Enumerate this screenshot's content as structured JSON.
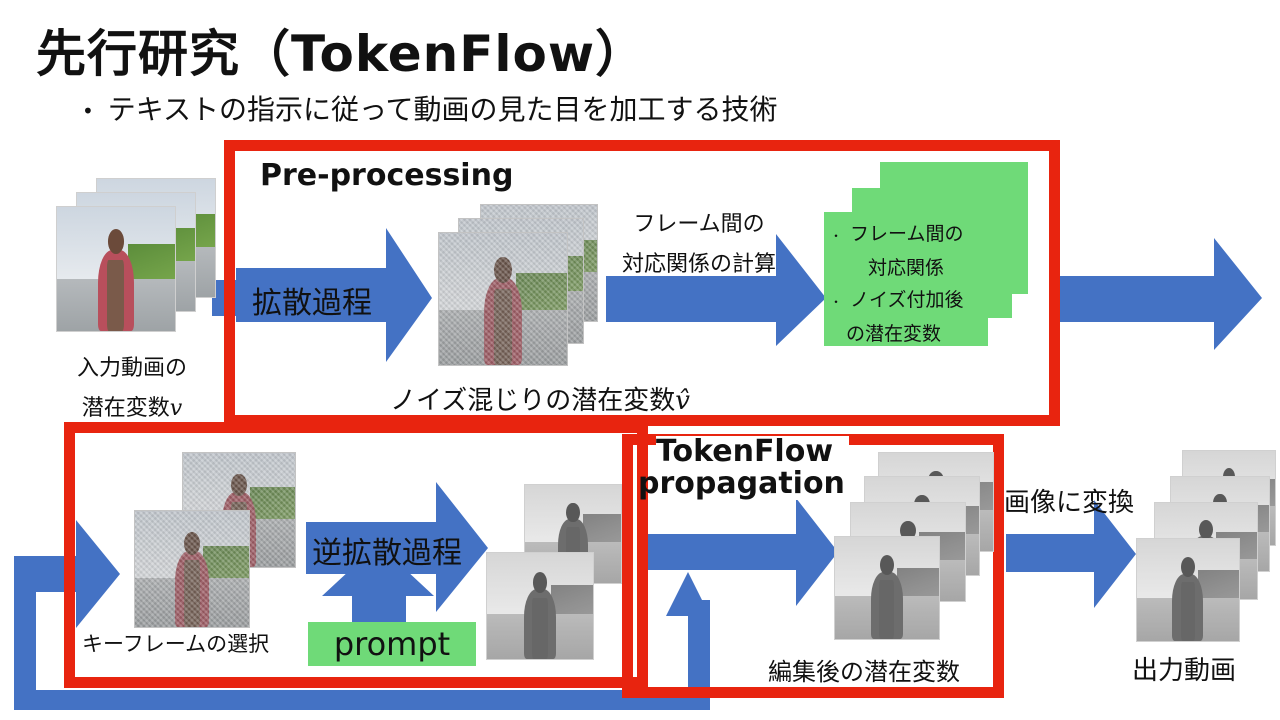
{
  "title": "先行研究（TokenFlow）",
  "bullet": "テキストの指示に従って動画の見た目を加工する技術",
  "preprocess": {
    "box_label": "Pre-processing",
    "arrow1_label": "拡散過程",
    "noisy_caption": "ノイズ混じりの潜在変数",
    "noisy_symbol": "v̂",
    "corr_label_line1": "フレーム間の",
    "corr_label_line2": "対応関係の計算",
    "green_items": [
      {
        "line1": "フレーム間の",
        "line2": "対応関係"
      },
      {
        "line1": "ノイズ付加後",
        "line2": "の潜在変数"
      }
    ],
    "bullet_char": "・"
  },
  "input": {
    "caption_line1": "入力動画の",
    "caption_line2": "潜在変数",
    "symbol": "v"
  },
  "edit": {
    "keyframe_caption": "キーフレームの選択",
    "reverse_label": "逆拡散過程",
    "prompt_label": "prompt",
    "tokenflow_label_line1": "TokenFlow",
    "tokenflow_label_line2": "propagation",
    "edited_caption": "編集後の潜在変数",
    "decode_label": "画像に変換",
    "output_caption": "出力動画"
  },
  "colors": {
    "arrow": "#4472c4",
    "red": "#e8240f",
    "green": "#6fda78"
  }
}
